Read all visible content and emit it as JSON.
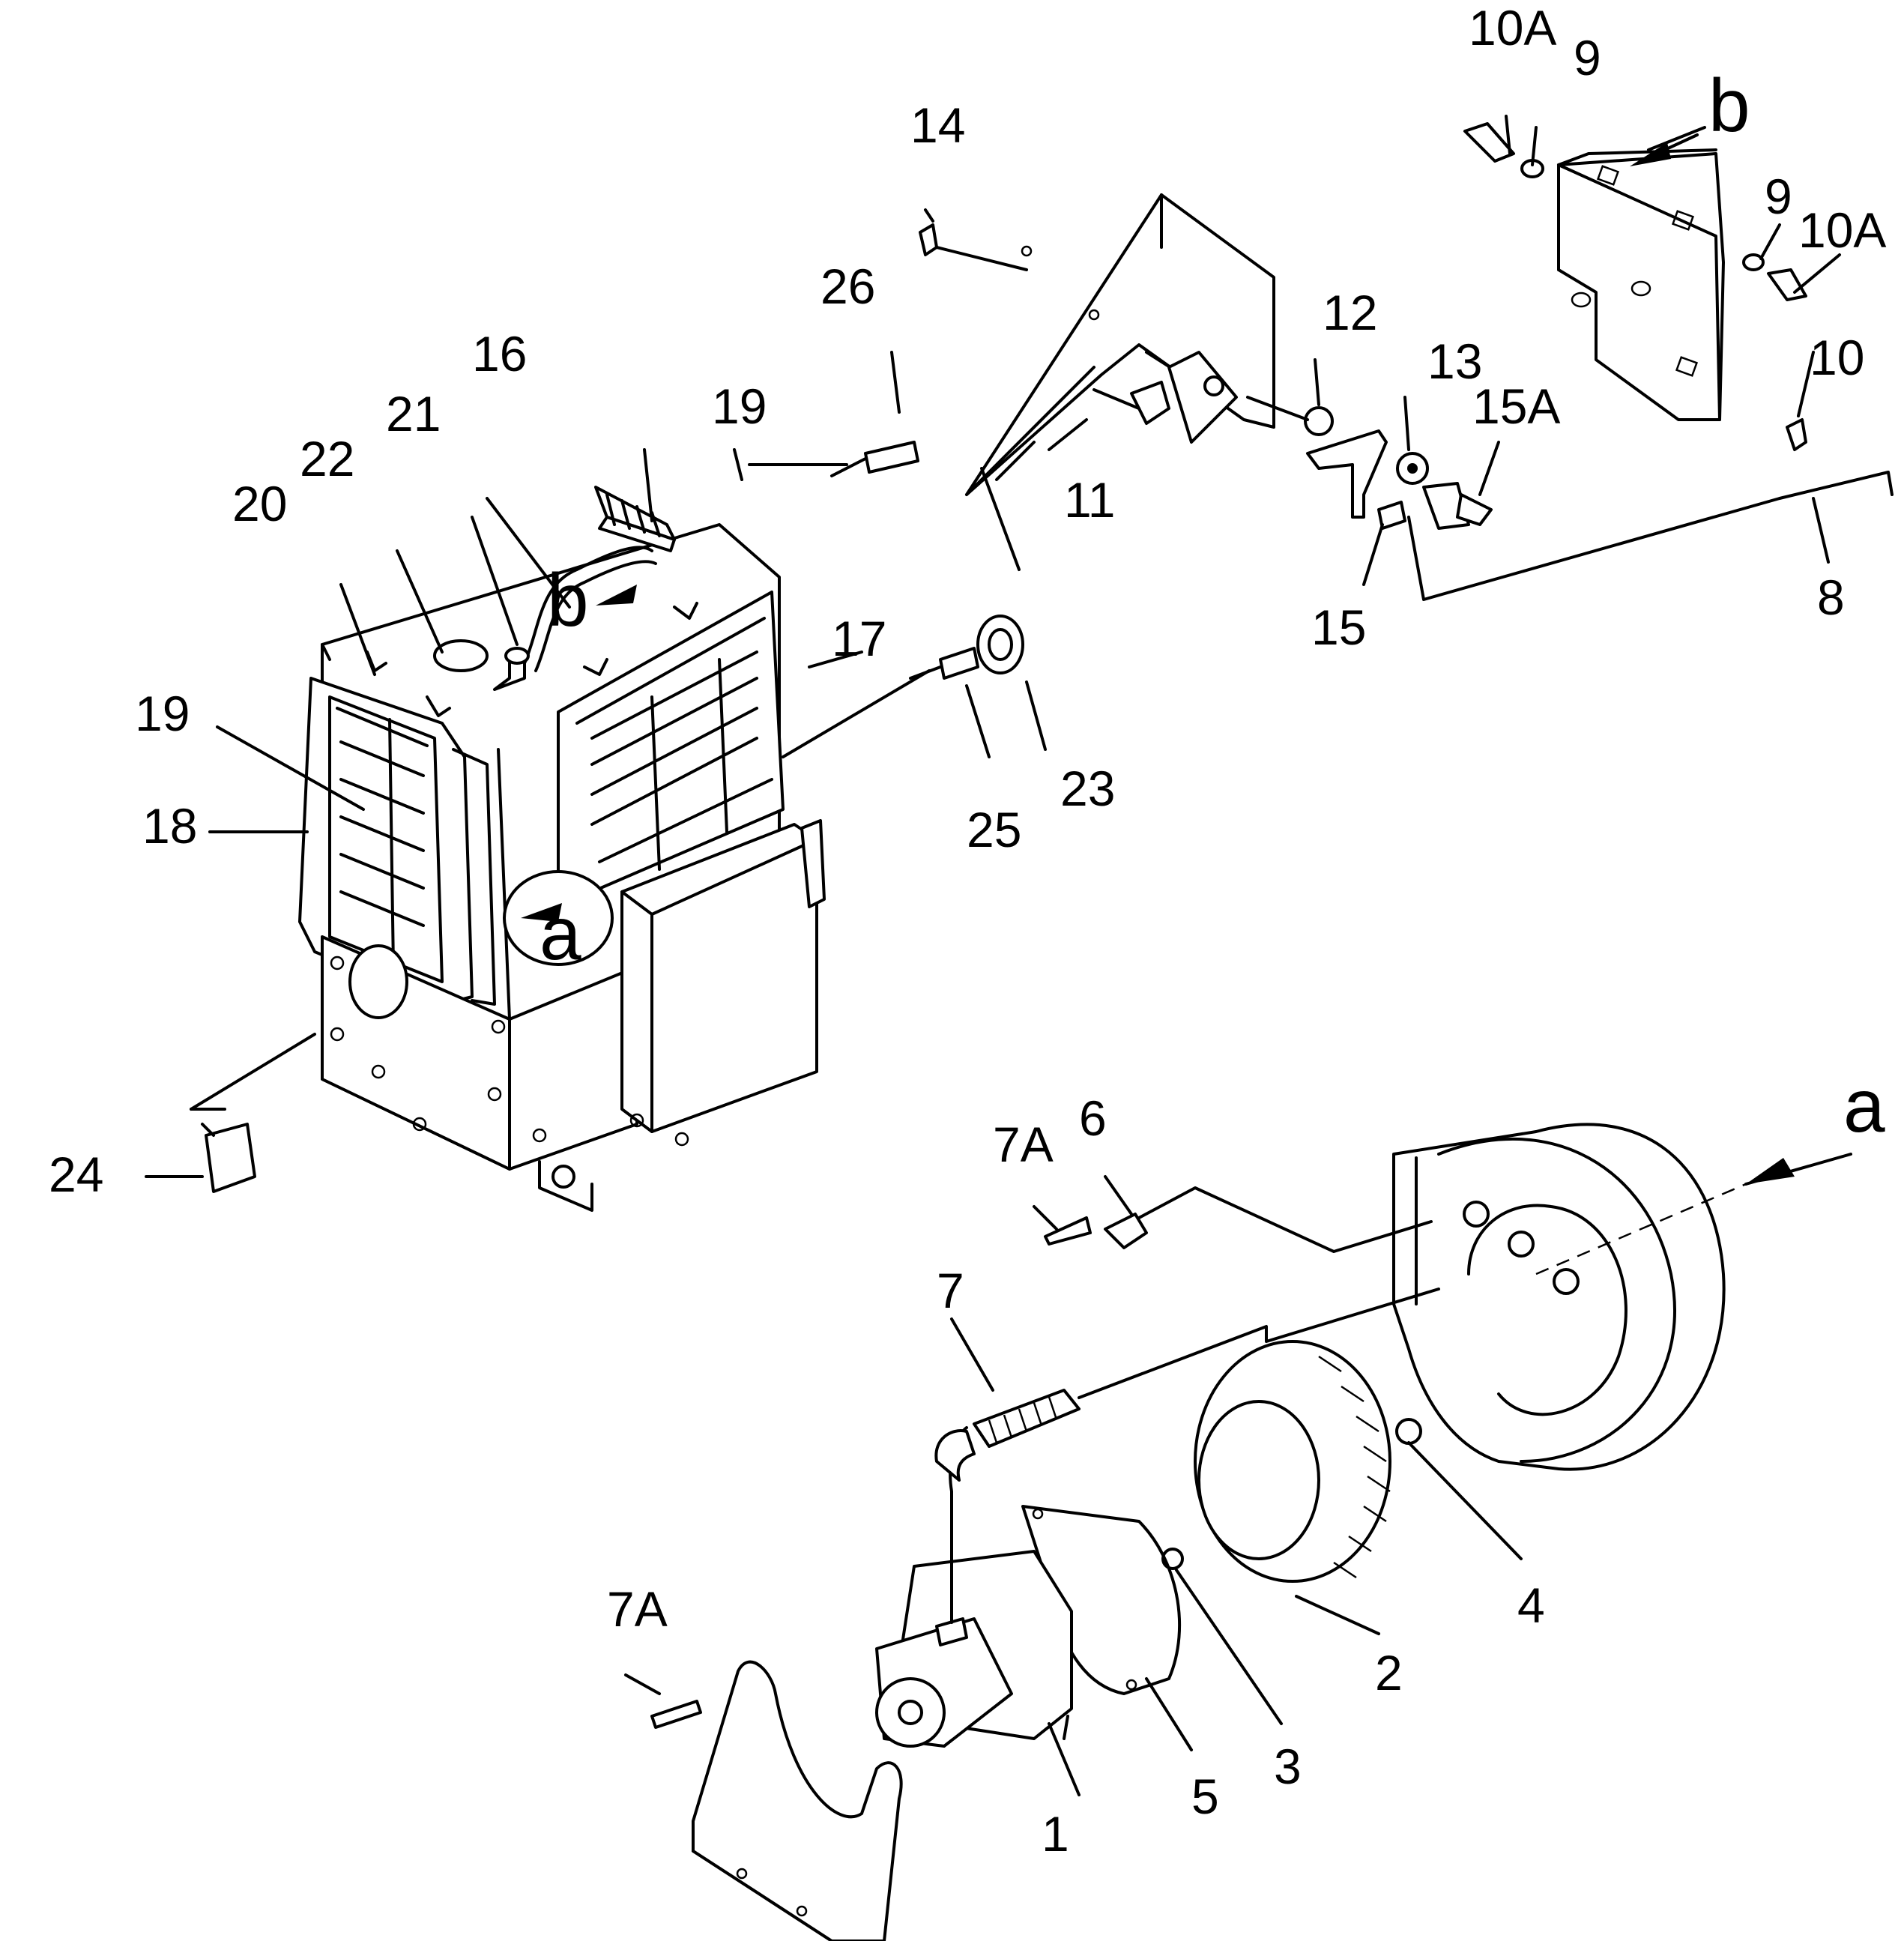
{
  "diagram": {
    "callouts": {
      "c1": "1",
      "c2": "2",
      "c3": "3",
      "c4": "4",
      "c5": "5",
      "c6": "6",
      "c7": "7",
      "c7a_top": "7A",
      "c7a_bottom": "7A",
      "c8": "8",
      "c9_top": "9",
      "c9_right": "9",
      "c10": "10",
      "c10a_top": "10A",
      "c10a_right": "10A",
      "c11": "11",
      "c12": "12",
      "c13": "13",
      "c14": "14",
      "c15": "15",
      "c15a": "15A",
      "c16": "16",
      "c17": "17",
      "c18": "18",
      "c19_left": "19",
      "c19_right": "19",
      "c20": "20",
      "c21": "21",
      "c22": "22",
      "c23": "23",
      "c24": "24",
      "c25": "25",
      "c26": "26"
    },
    "view_labels": {
      "view_a_main": "a",
      "view_a_detail": "a",
      "view_b_main": "b",
      "view_b_detail": "b"
    }
  }
}
